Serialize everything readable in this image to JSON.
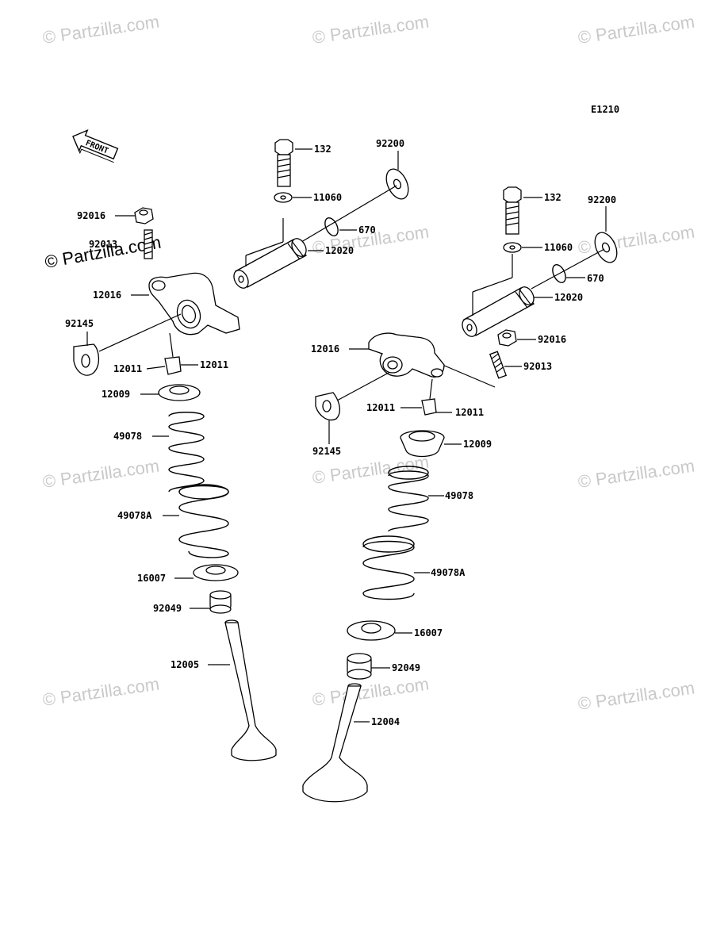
{
  "diagram_code": "E1210",
  "front_label": "FRONT",
  "watermark_text": "© Partzilla.com",
  "labels": {
    "l132a": "132",
    "l92200a": "92200",
    "l11060a": "11060",
    "l670a": "670",
    "l12020a": "12020",
    "l92016a": "92016",
    "l92013a": "92013",
    "l12016a": "12016",
    "l92145a": "92145",
    "l12011a_l": "12011",
    "l12011a_r": "12011",
    "l12009a": "12009",
    "l49078a": "49078",
    "l49078Aa": "49078A",
    "l16007a": "16007",
    "l92049a": "92049",
    "l12005": "12005",
    "l132b": "132",
    "l92200b": "92200",
    "l11060b": "11060",
    "l670b": "670",
    "l12020b": "12020",
    "l92016b": "92016",
    "l92013b": "92013",
    "l12016b": "12016",
    "l92145b": "92145",
    "l12011b_l": "12011",
    "l12011b_r": "12011",
    "l12009b": "12009",
    "l49078b": "49078",
    "l49078Ab": "49078A",
    "l16007b": "16007",
    "l92049b": "92049",
    "l12004": "12004"
  },
  "colors": {
    "line": "#000000",
    "watermark": "#c9c9c9"
  }
}
